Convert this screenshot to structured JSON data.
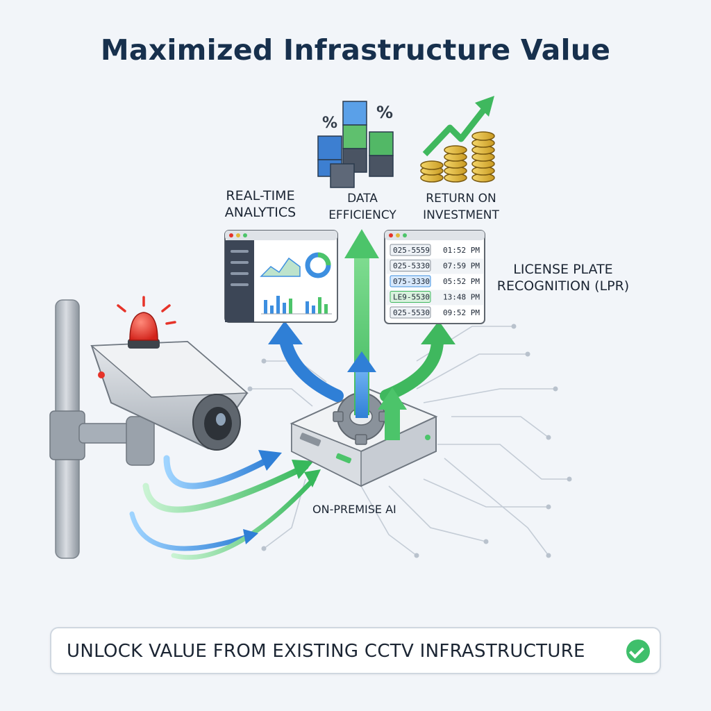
{
  "title": "Maximized Infrastructure Value",
  "labels": {
    "realtime": "REAL-TIME ANALYTICS",
    "data_efficiency": "DATA EFFICIENCY",
    "roi": "RETURN ON INVESTMENT",
    "lpr": "LICENSE PLATE RECOGNITION (LPR)",
    "onprem": "ON-PREMISE AI"
  },
  "banner": {
    "text": "UNLOCK VALUE FROM EXISTING CCTV INFRASTRUCTURE"
  },
  "icons": {
    "percent_left": "%",
    "percent_right": "%"
  },
  "lpr_table": {
    "rows": [
      {
        "plate": "025-5559",
        "time": "01:52 PM",
        "tag": "neutral"
      },
      {
        "plate": "025-5330",
        "time": "07:59 PM",
        "tag": "neutral"
      },
      {
        "plate": "075-3330",
        "time": "05:52 PM",
        "tag": "blue"
      },
      {
        "plate": "LE9-5530",
        "time": "13:48 PM",
        "tag": "green"
      },
      {
        "plate": "025-5530",
        "time": "09:52 PM",
        "tag": "neutral"
      }
    ]
  },
  "colors": {
    "blue_flow": "#3d8fe0",
    "green_flow": "#4cc46a",
    "title": "#17304d",
    "alarm": "#e63329",
    "coin": "#e2b93b"
  }
}
